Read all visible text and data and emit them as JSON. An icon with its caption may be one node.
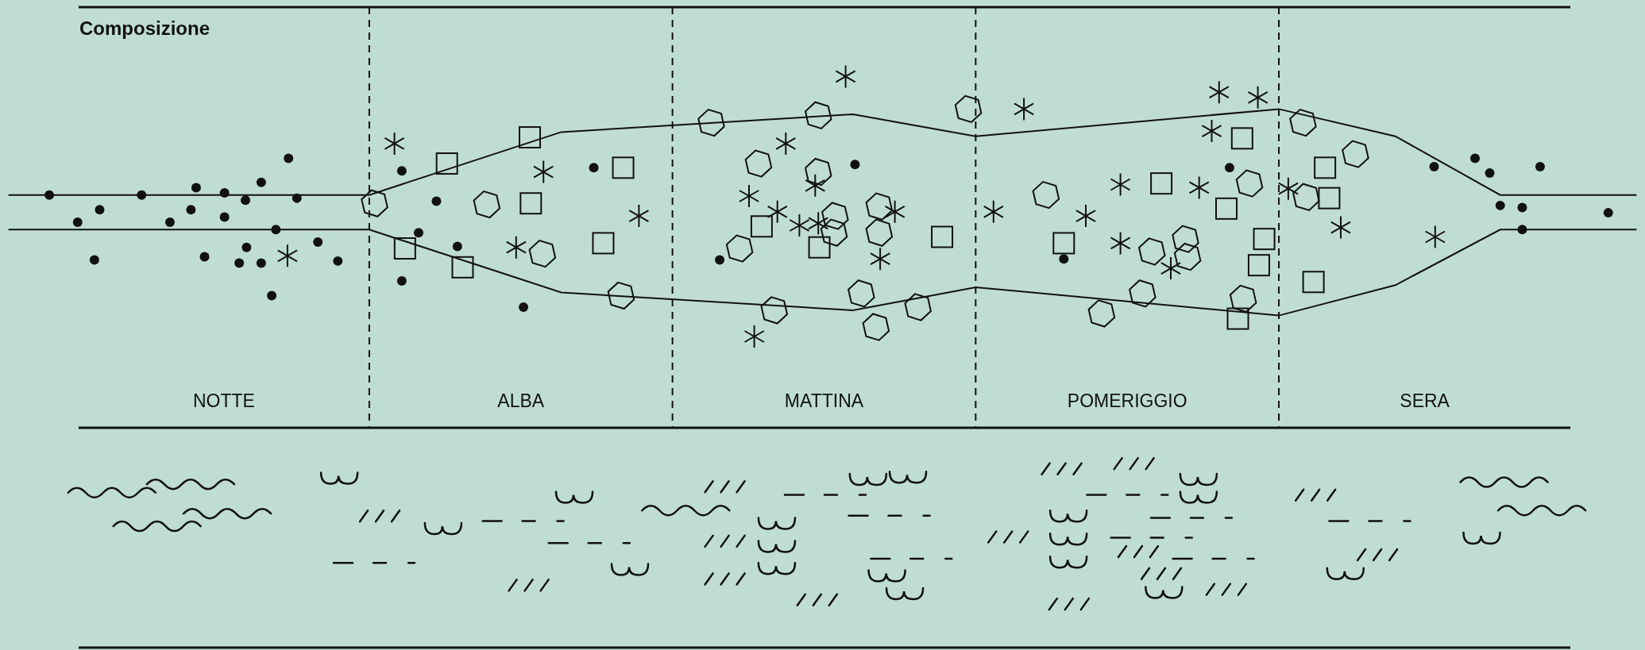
{
  "diagram": {
    "title": "Composizione",
    "labels": [
      "NOTTE",
      "ALBA",
      "MATTINA",
      "POMERIGGIO",
      "SERA"
    ]
  }
}
